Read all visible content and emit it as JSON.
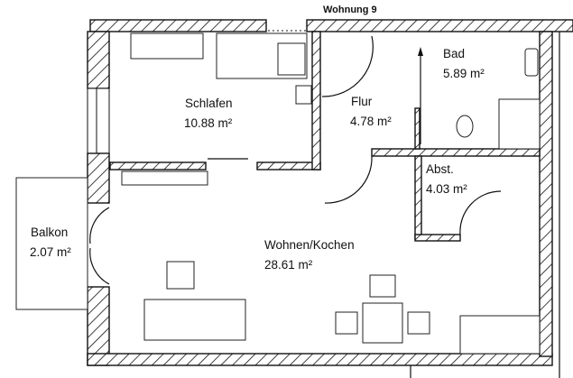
{
  "apartment_label": "Wohnung 9",
  "rooms": [
    {
      "name": "Schlafen",
      "area": "10.88 m²"
    },
    {
      "name": "Flur",
      "area": "4.78 m²"
    },
    {
      "name": "Bad",
      "area": "5.89 m²"
    },
    {
      "name": "Abst.",
      "area": "4.03 m²"
    },
    {
      "name": "Balkon",
      "area": "2.07 m²"
    },
    {
      "name": "Wohnen/Kochen",
      "area": "28.61 m²"
    }
  ]
}
